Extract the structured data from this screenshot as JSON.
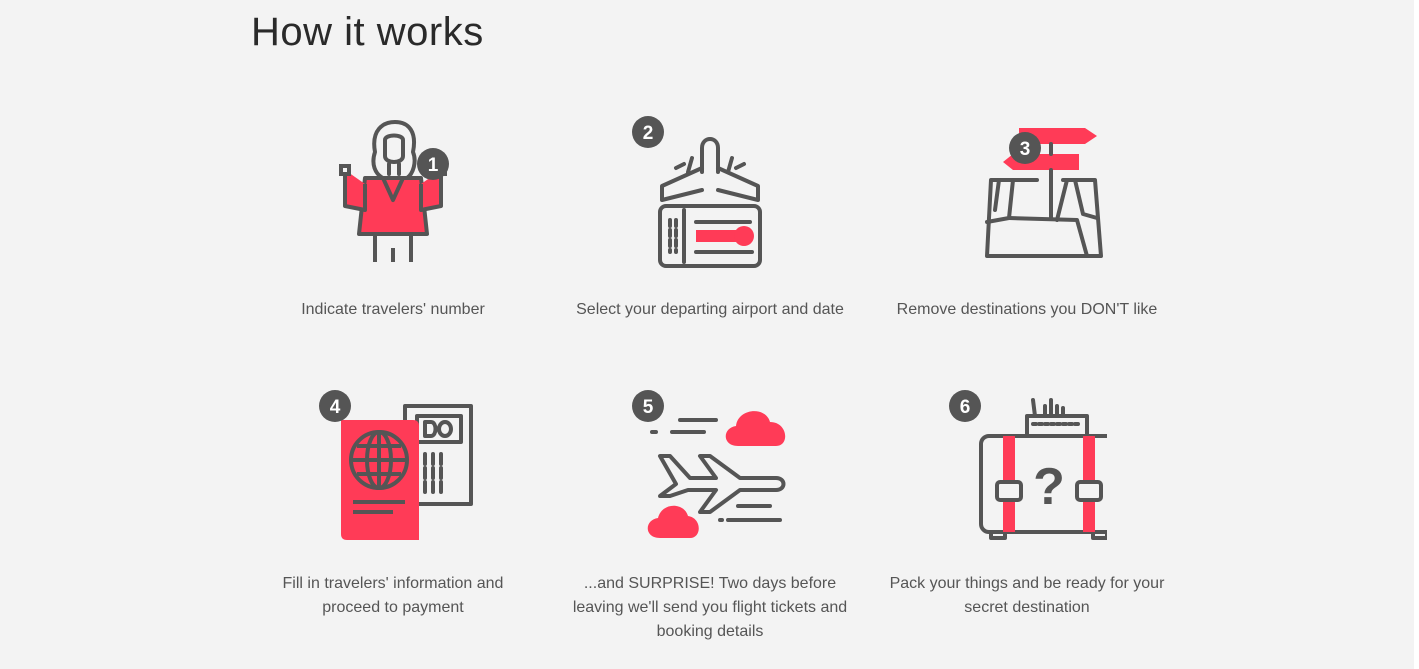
{
  "section": {
    "title": "How it works"
  },
  "colors": {
    "accent": "#ff3b57",
    "stroke": "#555555",
    "background": "#f3f3f3"
  },
  "steps": [
    {
      "number": "1",
      "caption": "Indicate travelers' number",
      "icon": "traveler-woman-icon"
    },
    {
      "number": "2",
      "caption": "Select your departing airport and date",
      "icon": "plane-ticket-icon"
    },
    {
      "number": "3",
      "caption": "Remove destinations you DON'T like",
      "icon": "map-signpost-icon"
    },
    {
      "number": "4",
      "caption": "Fill in travelers' information and proceed to payment",
      "icon": "passport-icon"
    },
    {
      "number": "5",
      "caption": "...and SURPRISE! Two days before leaving we'll send you flight tickets and booking details",
      "icon": "plane-clouds-icon"
    },
    {
      "number": "6",
      "caption": "Pack your things and be ready for your secret destination",
      "icon": "mystery-suitcase-icon"
    }
  ]
}
